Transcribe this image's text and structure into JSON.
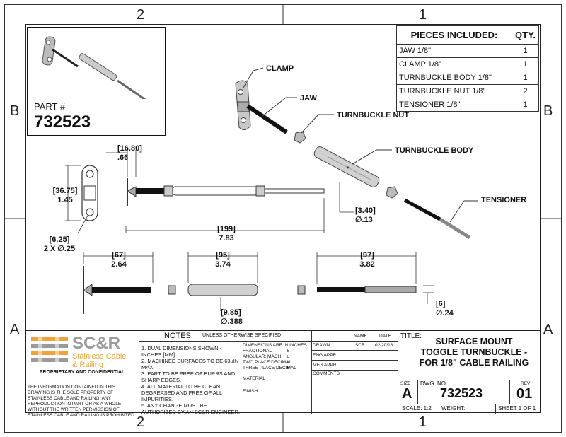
{
  "zones": {
    "top_left": "2",
    "top_right": "1",
    "bottom_left": "2",
    "bottom_right": "1",
    "left_upper": "B",
    "left_lower": "A",
    "right_upper": "B",
    "right_lower": "A"
  },
  "inset": {
    "part_label": "PART #",
    "part_number": "732523"
  },
  "pieces": {
    "header_name": "PIECES INCLUDED:",
    "header_qty": "QTY.",
    "rows": [
      {
        "name": "JAW 1/8\"",
        "qty": "1"
      },
      {
        "name": "CLAMP 1/8\"",
        "qty": "1"
      },
      {
        "name": "TURNBUCKLE BODY 1/8\"",
        "qty": "1"
      },
      {
        "name": "TURNBUCKLE NUT 1/8\"",
        "qty": "2"
      },
      {
        "name": "TENSIONER 1/8\"",
        "qty": "1"
      }
    ]
  },
  "callouts": {
    "clamp": "CLAMP",
    "jaw": "JAW",
    "turnbuckle_nut": "TURNBUCKLE NUT",
    "turnbuckle_body": "TURNBUCKLE BODY",
    "tensioner": "TENSIONER"
  },
  "dims": {
    "d1_mm": "[16.80]",
    "d1_in": ".66",
    "d2_mm": "[36.75]",
    "d2_in": "1.45",
    "d3_mm": "[6.25]",
    "d3_in": "2 X ∅.25",
    "d4_mm": "[199]",
    "d4_in": "7.83",
    "d5_mm": "[3.40]",
    "d5_in": "∅.13",
    "d6_mm": "[67]",
    "d6_in": "2.64",
    "d7_mm": "[95]",
    "d7_in": "3.74",
    "d8_mm": "[97]",
    "d8_in": "3.82",
    "d9_mm": "[9.85]",
    "d9_in": "∅.388",
    "d10_mm": "[6]",
    "d10_in": "∅.24"
  },
  "title_block": {
    "logo_main": "SC&R",
    "logo_sub1": "Stainless Cable",
    "logo_sub2": "& Railing",
    "proprietary": "PROPRIETARY AND CONFIDENTIAL",
    "disclaimer": "THE INFORMATION CONTAINED IN THIS DRAWING IS THE SOLE PROPERTY OF STAINLESS CABLE AND RAILING. ANY REPRODUCTION IN PART OR AS A WHOLE WITHOUT THE WRITTEN PERMISSION OF STAINLESS CABLE AND RAILING IS PROHIBITED.",
    "notes_title": "NOTES:",
    "notes_unless": "UNLESS OTHERWISE SPECIFIED",
    "notes": [
      "1. DUAL DIMENSIONS SHOWN - INCHES [MM].",
      "2. MACHINED SURFACES TO BE 63uIN MAX.",
      "3. PART TO BE FREE OF BURRS AND SHARP EDGES.",
      "4. ALL MATERIAL TO BE CLEAN, DEGREASED AND FREE OF ALL IMPURITIES.",
      "5. ANY CHANGE MUST BE AUTHORIZED BY AN SC&R ENGINEER."
    ],
    "tol_lines": [
      "DIMENSIONS ARE IN INCHES",
      "FRACTIONAL",
      "ANGULAR: MACH",
      "TWO PLACE DECIMAL",
      "THREE PLACE DECIMAL"
    ],
    "tol_pm": "±",
    "material_label": "MATERIAL",
    "finish_label": "FINISH",
    "name_label": "NAME",
    "date_label": "DATE",
    "drawn_label": "DRAWN",
    "drawn_name": "SCR",
    "drawn_date": "02/20/18",
    "eng_label": "ENG APPR.",
    "mfg_label": "MFG APPR.",
    "comments_label": "COMMENTS:",
    "title_label": "TITLE:",
    "title_lines": [
      "SURFACE MOUNT",
      "TOGGLE TURNBUCKLE -",
      "FOR 1/8\" CABLE RAILING"
    ],
    "size_label": "SIZE",
    "size": "A",
    "dwg_label": "DWG.  NO.",
    "dwg": "732523",
    "rev_label": "REV",
    "rev": "01",
    "scale": "SCALE: 1:2",
    "weight": "WEIGHT:",
    "sheet": "SHEET 1 OF 1"
  },
  "colors": {
    "logo_orange": "#F0A33A",
    "logo_gray": "#9A9A9A"
  }
}
